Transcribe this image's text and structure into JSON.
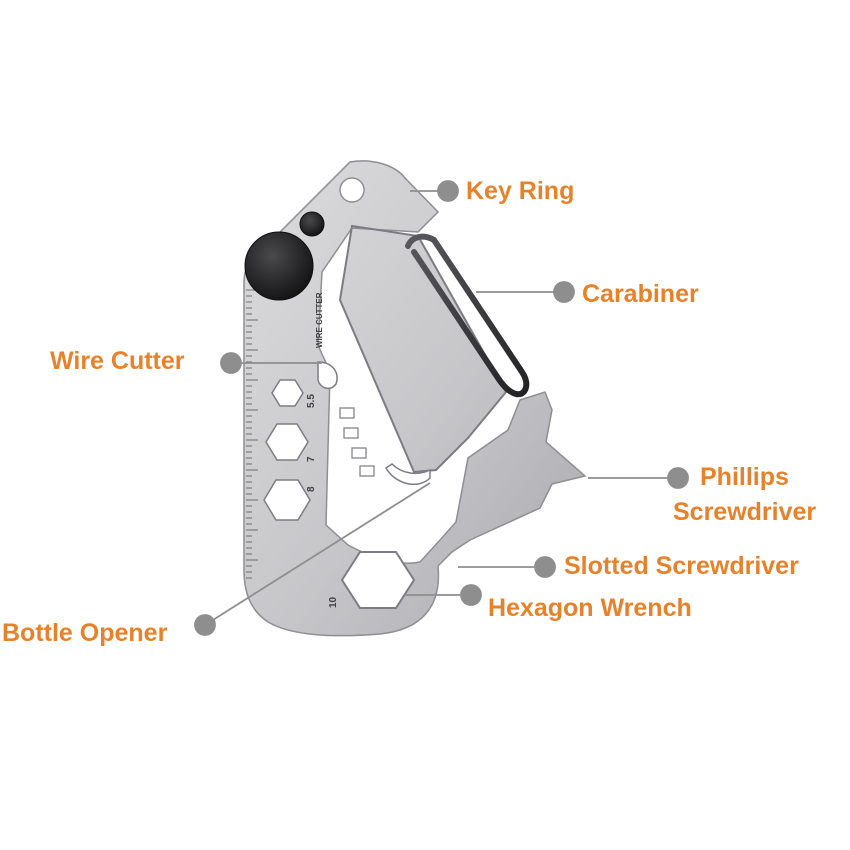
{
  "colors": {
    "label": "#e8822a",
    "leader": "#8e8e8e",
    "steel_light": "#d3d3d5",
    "steel_dark": "#8b8b90",
    "black": "#1e1e1e"
  },
  "tool": {
    "engraving_wire_cutter": "WIRE CUTTER",
    "hex_sizes": [
      "5.5",
      "7",
      "8"
    ],
    "wrench_size": "10"
  },
  "labels": {
    "key_ring": "Key Ring",
    "carabiner": "Carabiner",
    "wire_cutter": "Wire Cutter",
    "phillips_line1": "Phillips",
    "phillips_line2": "Screwdriver",
    "slotted_screwdriver": "Slotted Screwdriver",
    "hexagon_wrench": "Hexagon Wrench",
    "bottle_opener": "Bottle Opener"
  }
}
